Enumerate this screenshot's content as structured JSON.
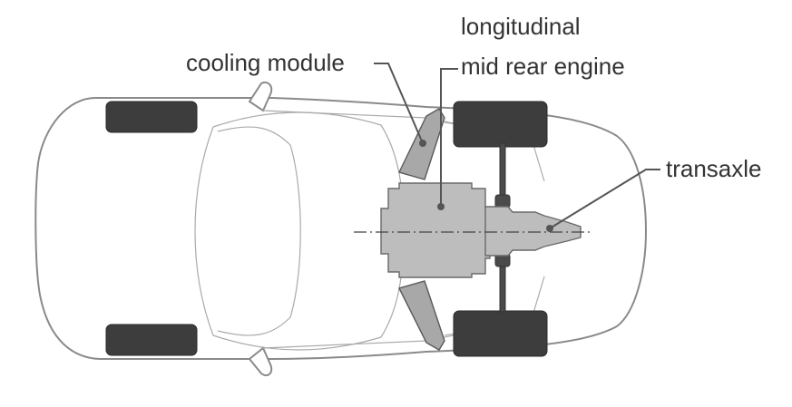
{
  "labels": {
    "cooling_module": "cooling module",
    "engine_line1": "longitudinal",
    "engine_line2": "mid rear engine",
    "transaxle": "transaxle"
  },
  "colors": {
    "body_outline": "#8a8a8a",
    "tire": "#3d3d3d",
    "component_fill": "#bdbdbd",
    "leader_line": "#555555",
    "text": "#333333"
  }
}
